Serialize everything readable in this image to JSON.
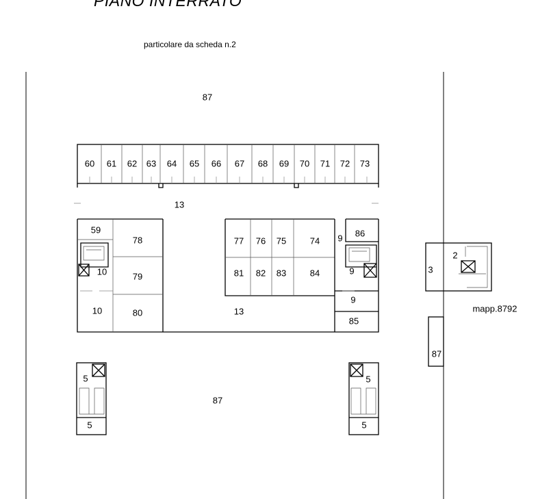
{
  "header": {
    "title": "PIANO INTERRATO",
    "subtitle": "particolare da scheda n.2"
  },
  "areas": {
    "outer_top": "87",
    "outer_bottom": "87",
    "corridor_top": "13",
    "corridor_bottom": "13",
    "mapp": "mapp.8792",
    "small_87": "87"
  },
  "garages_top": [
    "60",
    "61",
    "62",
    "63",
    "64",
    "65",
    "66",
    "67",
    "68",
    "69",
    "70",
    "71",
    "72",
    "73"
  ],
  "left_block": {
    "u59": "59",
    "u78": "78",
    "u79": "79",
    "u80": "80",
    "stair": "10",
    "lower": "10"
  },
  "middle_block": {
    "top": [
      "77",
      "76",
      "75",
      "74"
    ],
    "bottom": [
      "81",
      "82",
      "83",
      "84"
    ]
  },
  "right_block": {
    "corridor": "9",
    "u86": "86",
    "stair": "9",
    "lobby": "9",
    "u85": "85"
  },
  "right_building": {
    "u3": "3",
    "u2": "2"
  },
  "stairs_bottom": {
    "left_top": "5",
    "left_bottom": "5",
    "right_top": "5",
    "right_bottom": "5"
  }
}
